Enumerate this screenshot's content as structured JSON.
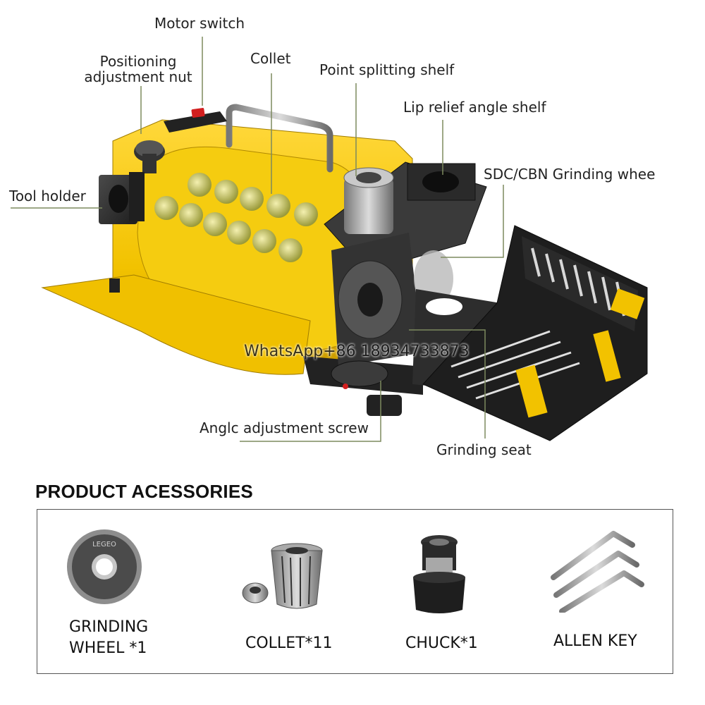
{
  "callouts": {
    "motor_switch": "Motor switch",
    "positioning_nut_line1": "Positioning",
    "positioning_nut_line2": "adjustment nut",
    "collet": "Collet",
    "point_splitting_shelf": "Point splitting shelf",
    "lip_relief_angle_shelf": "Lip relief angle shelf",
    "tool_holder": "Tool holder",
    "grinding_wheel": "SDC/CBN Grinding whee",
    "angle_adjustment_screw": "Anglc adjustment screw",
    "grinding_seat": "Grinding seat"
  },
  "watermark": "WhatsApp+86 18934733873",
  "accessories": {
    "title": "PRODUCT ACESSORIES",
    "items": [
      {
        "label_line1": "GRINDING",
        "label_line2": "WHEEL *1",
        "icon": "grinding-wheel-icon"
      },
      {
        "label_line1": "COLLET*11",
        "icon": "collet-icon"
      },
      {
        "label_line1": "CHUCK*1",
        "icon": "chuck-icon"
      },
      {
        "label_line1": "ALLEN KEY",
        "icon": "allen-key-icon"
      }
    ],
    "wheel_brand": "LEGEO"
  },
  "colors": {
    "machine_yellow": "#f2c200",
    "machine_dark": "#2b2b2b",
    "callout_line": "#7d8a5e",
    "switch_red": "#d21f1f"
  }
}
